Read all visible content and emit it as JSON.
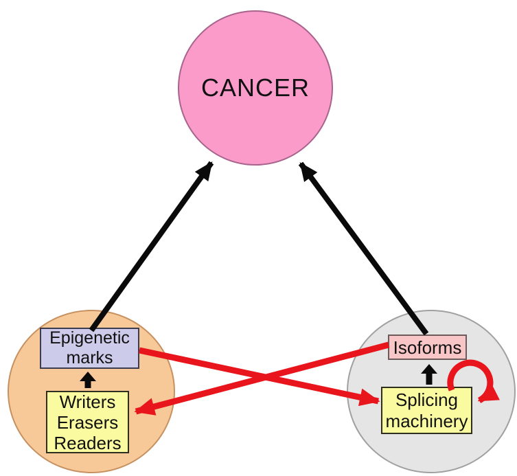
{
  "diagram": {
    "nodes": {
      "cancer": {
        "label": "CANCER"
      },
      "epigenetic_marks": {
        "label": "Epigenetic marks"
      },
      "writers_erasers_readers": {
        "label": "Writers Erasers Readers"
      },
      "isoforms": {
        "label": "Isoforms"
      },
      "splicing_machinery": {
        "label": "Splicing machinery"
      }
    },
    "edges": [
      {
        "from": "Epigenetic marks",
        "to": "CANCER",
        "color": "black",
        "style": "arrow"
      },
      {
        "from": "Isoforms",
        "to": "CANCER",
        "color": "black",
        "style": "arrow"
      },
      {
        "from": "Writers Erasers Readers",
        "to": "Epigenetic marks",
        "color": "black",
        "style": "arrow"
      },
      {
        "from": "Splicing machinery",
        "to": "Isoforms",
        "color": "black",
        "style": "arrow"
      },
      {
        "from": "Epigenetic marks",
        "to": "Splicing machinery",
        "color": "red",
        "style": "arrow"
      },
      {
        "from": "Isoforms",
        "to": "Writers Erasers Readers",
        "color": "red",
        "style": "arrow"
      },
      {
        "from": "Splicing machinery",
        "to": "Splicing machinery",
        "color": "red",
        "style": "self-loop"
      }
    ],
    "colors": {
      "cancer_circle_fill": "#fa9bca",
      "cancer_circle_border": "#a8648c",
      "epigenetics_circle_fill": "#f8c998",
      "epigenetics_circle_border": "#c69060",
      "splicing_circle_fill": "#e5e5e5",
      "splicing_circle_border": "#a0a0a0",
      "epigenetic_marks_box_fill": "#ccccea",
      "yellow_box_fill": "#fafaa0",
      "isoforms_box_fill": "#f8c6c6",
      "black_arrow": "#0a0a0a",
      "red_arrow": "#e8151c",
      "text": "#111111"
    }
  }
}
